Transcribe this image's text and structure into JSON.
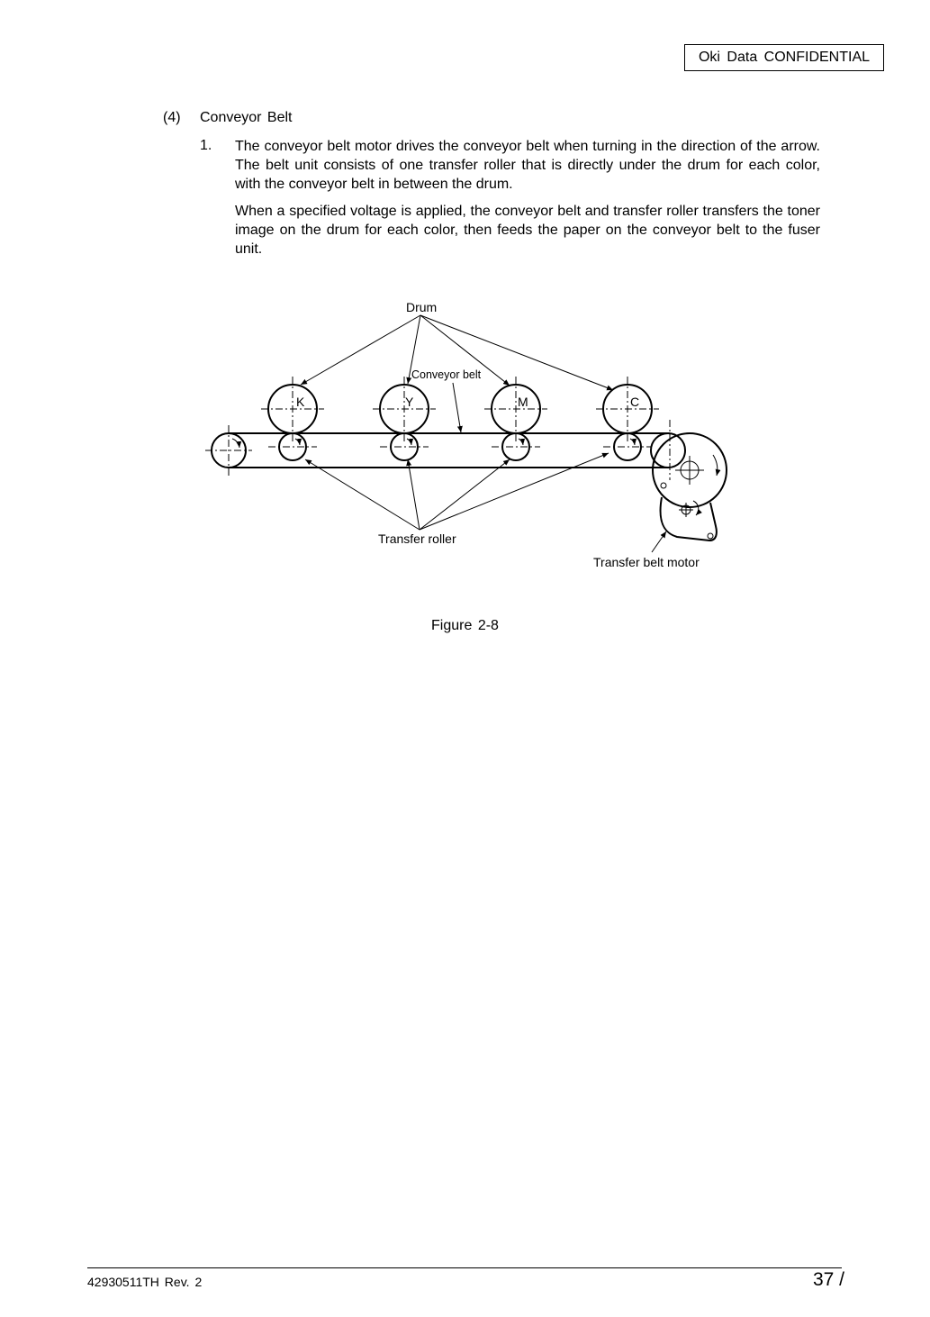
{
  "header": {
    "confidential": "Oki Data CONFIDENTIAL"
  },
  "section": {
    "number": "(4)",
    "title": "Conveyor Belt"
  },
  "item": {
    "number": "1.",
    "paragraph1": "The conveyor belt motor drives the conveyor belt when turning in the direction of the arrow. The belt unit consists of one transfer roller that is directly under the drum for each color, with the conveyor belt in between the drum.",
    "paragraph2": "When a specified voltage is applied, the conveyor belt and transfer roller transfers the toner image on the drum for each color, then feeds the paper on the conveyor belt to the fuser unit."
  },
  "figure": {
    "labels": {
      "drum": "Drum",
      "conveyor_belt": "Conveyor belt",
      "transfer_roller": "Transfer roller",
      "transfer_belt_motor": "Transfer belt motor"
    },
    "drum_letters": [
      "K",
      "Y",
      "M",
      "C"
    ],
    "caption": "Figure 2-8"
  },
  "footer": {
    "doc_number": "42930511TH  Rev. 2",
    "page": "37 /"
  }
}
